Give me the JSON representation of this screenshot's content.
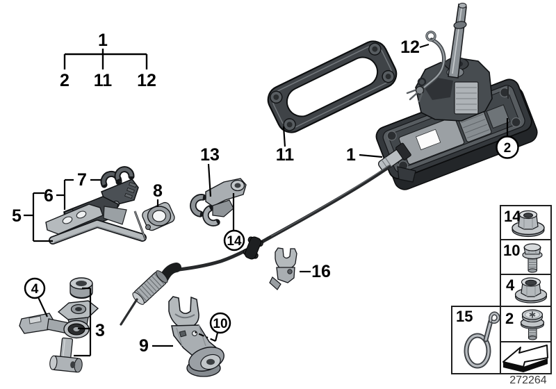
{
  "diagram": {
    "type": "exploded-parts-diagram",
    "subject": "gear-selector-mechanism",
    "colors": {
      "background": "#ffffff",
      "outline": "#000000",
      "metal_light": "#b6bbbe",
      "metal_mid": "#8d9296",
      "housing_dark": "#3b3f43",
      "rubber_black": "#1e2022"
    }
  },
  "tree": {
    "root": "1",
    "children": [
      "2",
      "11",
      "12"
    ]
  },
  "callouts": {
    "plain": [
      {
        "label": "1"
      },
      {
        "label": "11"
      },
      {
        "label": "12"
      },
      {
        "label": "13"
      },
      {
        "label": "16"
      },
      {
        "label": "9"
      },
      {
        "label": "3"
      },
      {
        "label": "5"
      },
      {
        "label": "6"
      },
      {
        "label": "7"
      },
      {
        "label": "8"
      }
    ],
    "circled": [
      {
        "label": "2"
      },
      {
        "label": "4"
      },
      {
        "label": "10"
      },
      {
        "label": "14"
      }
    ]
  },
  "legend": {
    "rows": [
      {
        "label": "14",
        "icon": "flange-nut-icon"
      },
      {
        "label": "10",
        "icon": "hex-flange-bolt-icon"
      },
      {
        "label": "4",
        "icon": "collar-nut-icon"
      },
      {
        "label": "2",
        "icon": "screw-with-washer-icon"
      }
    ],
    "hook_cell": {
      "label": "15",
      "icon": "wire-hook-icon"
    },
    "direction_cell": {
      "icon": "direction-arrow-icon"
    }
  },
  "footer": {
    "doc_number": "272264"
  }
}
